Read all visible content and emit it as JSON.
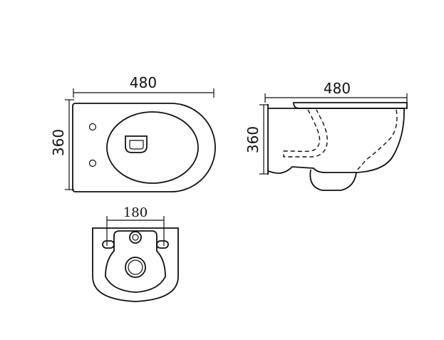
{
  "top_view": {
    "width_label": "480",
    "depth_label": "360"
  },
  "side_view": {
    "width_label": "480",
    "height_label": "360"
  },
  "back_view": {
    "spacing_label": "180"
  }
}
